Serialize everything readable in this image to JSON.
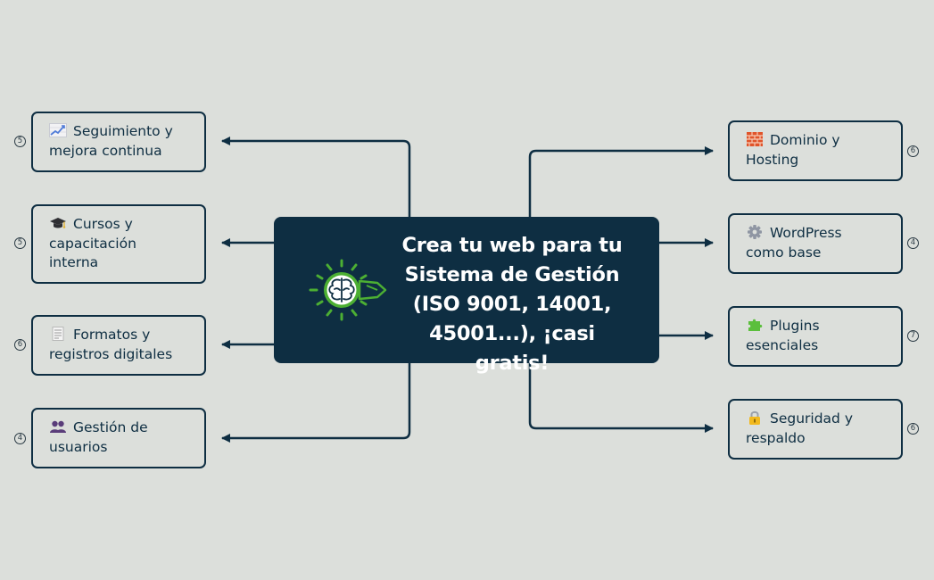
{
  "central": {
    "title_line1": "Crea tu web para tu",
    "title_line2": "Sistema de Gestión",
    "title_line3": "(ISO 9001, 14001,",
    "title_line4": "45001...), ¡casi gratis!",
    "logo_icon": "brain-pencil-icon"
  },
  "colors": {
    "node_border": "#0e2e42",
    "central_background": "#0e2e42",
    "logo_green": "#4caf33",
    "background": "#dcdfdb"
  },
  "left_nodes": [
    {
      "icon": "chart-increasing-icon",
      "line1": "Seguimiento y",
      "line2": "mejora continua",
      "line3": "",
      "count": "5"
    },
    {
      "icon": "graduation-cap-icon",
      "line1": "Cursos y",
      "line2": "capacitación",
      "line3": "interna",
      "count": "5"
    },
    {
      "icon": "document-icon",
      "line1": "Formatos y",
      "line2": "registros digitales",
      "line3": "",
      "count": "6"
    },
    {
      "icon": "users-icon",
      "line1": "Gestión de",
      "line2": "usuarios",
      "line3": "",
      "count": "4"
    }
  ],
  "right_nodes": [
    {
      "icon": "brick-wall-icon",
      "line1": "Dominio y",
      "line2": "Hosting",
      "count": "6"
    },
    {
      "icon": "gear-icon",
      "line1": "WordPress",
      "line2": "como base",
      "count": "4"
    },
    {
      "icon": "puzzle-piece-icon",
      "line1": "Plugins",
      "line2": "esenciales",
      "count": "7"
    },
    {
      "icon": "lock-icon",
      "line1": "Seguridad y",
      "line2": "respaldo",
      "count": "6"
    }
  ]
}
